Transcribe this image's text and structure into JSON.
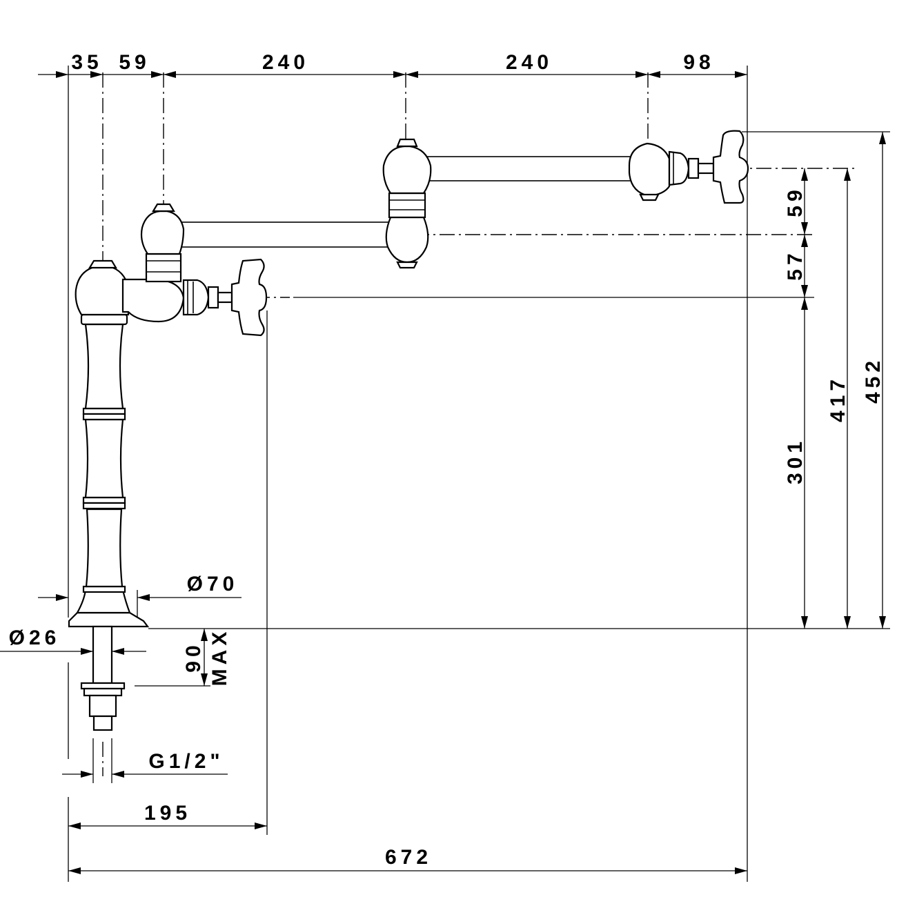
{
  "dimensions": {
    "top_35": "35",
    "top_59": "59",
    "top_240_a": "240",
    "top_240_b": "240",
    "top_98": "98",
    "right_59": "59",
    "right_57": "57",
    "right_301": "301",
    "right_417": "417",
    "right_452": "452",
    "base_dia_70": "Ø70",
    "shank_dia_26": "Ø26",
    "shank_90": "90",
    "shank_max": "MAX",
    "thread_g12": "G1/2\"",
    "bottom_195": "195",
    "bottom_672": "672"
  }
}
